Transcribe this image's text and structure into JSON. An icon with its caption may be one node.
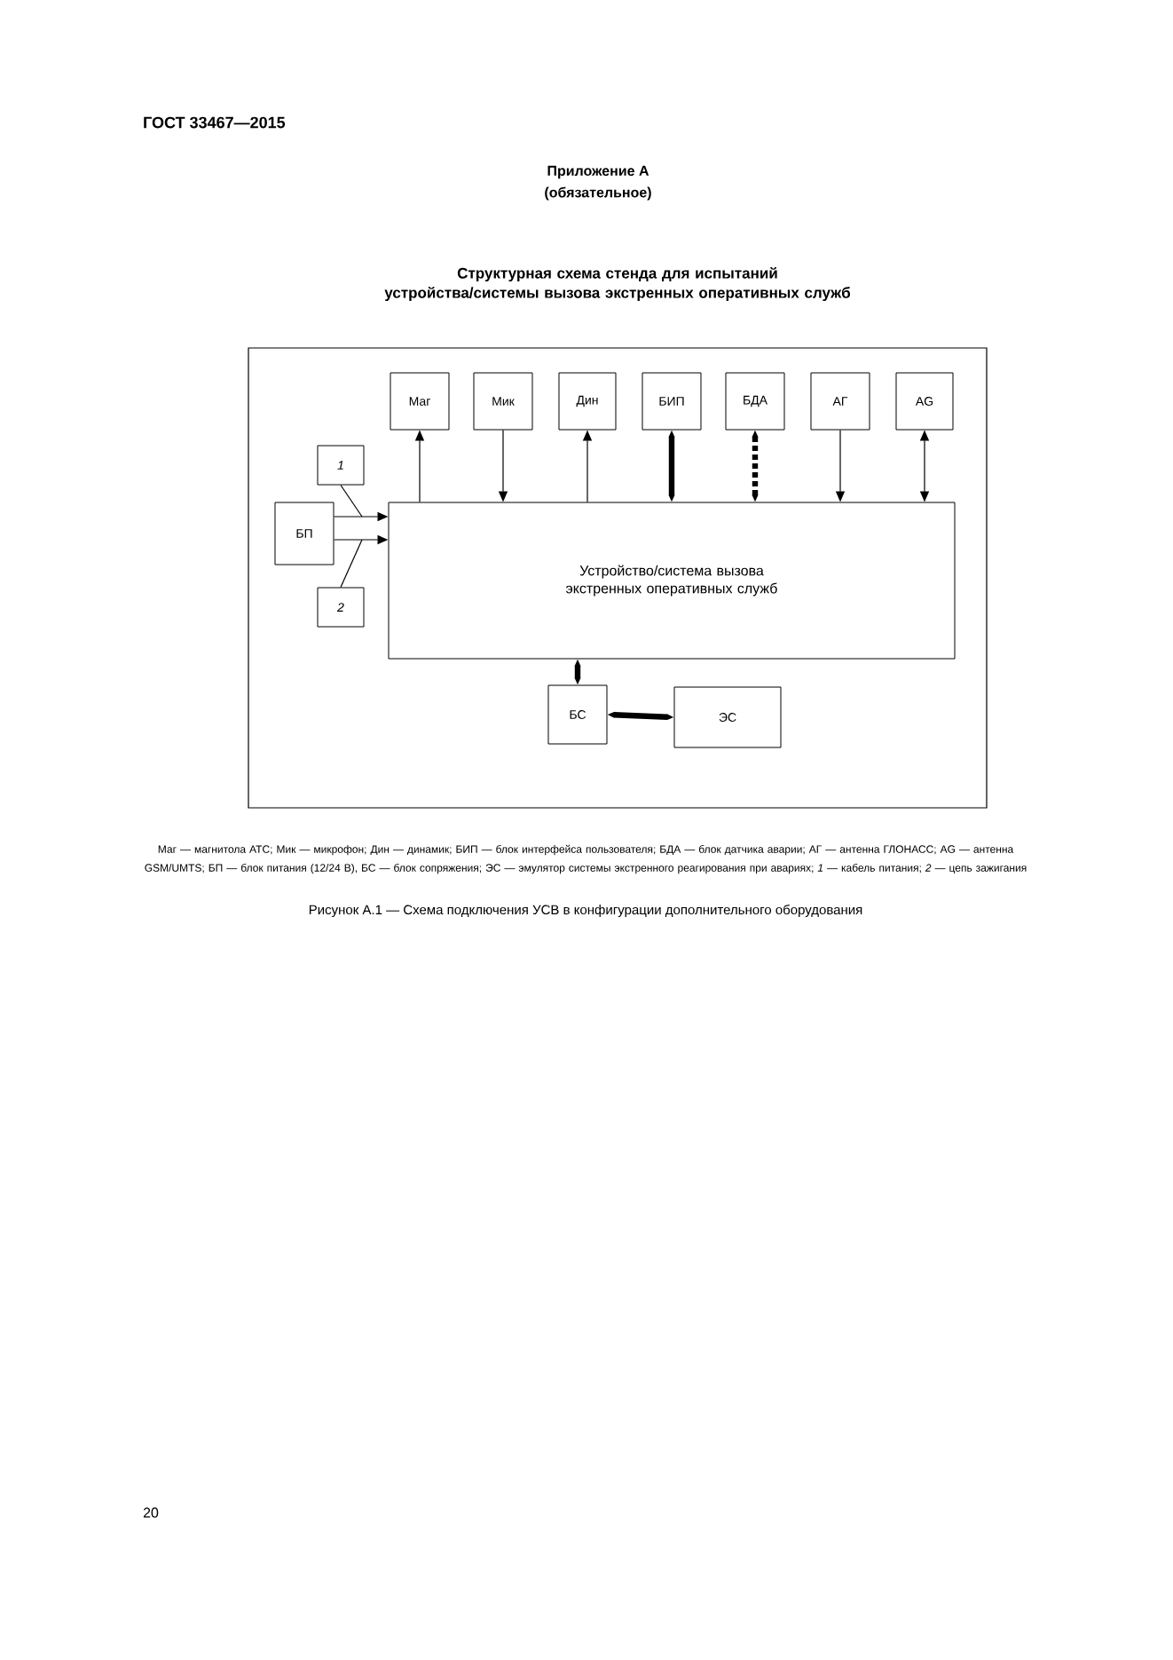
{
  "diagram": {
    "title": "Структурная схема стенда для испытаний устройства/системы вызова экстренных оперативных служб",
    "caption": "Рисунок А.1 — Схема подключения УСВ в конфигурации дополнительного оборудования",
    "nodes": [
      {
        "text": [
          "Маг"
        ]
      },
      {
        "text": [
          "Мик"
        ]
      },
      {
        "text": [
          "Дин"
        ]
      },
      {
        "text": [
          "БИП"
        ]
      },
      {
        "text": [
          "БДА"
        ]
      },
      {
        "text": [
          "АГ"
        ]
      },
      {
        "text": [
          "AG"
        ]
      },
      {
        "text": [
          "*1*"
        ]
      },
      {
        "text": [
          "БП"
        ]
      },
      {
        "text": [
          "Устройство/система вызова экстренных оперативных служб"
        ]
      },
      {
        "text": [
          "*2*"
        ]
      },
      {
        "text": [
          "БС"
        ]
      },
      {
        "text": [
          "ЭС"
        ]
      }
    ],
    "edges": [
      {
        "from": 9,
        "to": 0,
        "arrow": "to"
      },
      {
        "from": 1,
        "to": 9,
        "arrow": "to"
      },
      {
        "from": 9,
        "to": 2,
        "arrow": "to"
      },
      {
        "from": 9,
        "to": 3,
        "arrow": "both",
        "style": "thick"
      },
      {
        "from": 9,
        "to": 4,
        "arrow": "both",
        "style": "dashed"
      },
      {
        "from": 5,
        "to": 9,
        "arrow": "to"
      },
      {
        "from": 9,
        "to": 6,
        "arrow": "both"
      },
      {
        "from": 8,
        "to": 9,
        "arrow": "to"
      },
      {
        "from": 8,
        "to": 9,
        "arrow": "to"
      },
      {
        "from": 7,
        "to": null,
        "arrow": "none"
      },
      {
        "from": 10,
        "to": null,
        "arrow": "none"
      },
      {
        "from": 9,
        "to": 11,
        "arrow": "both",
        "style": "thick"
      },
      {
        "from": 11,
        "to": 12,
        "arrow": "both",
        "style": "thick"
      }
    ],
    "labels": [
      "ГОСТ 33467—2015",
      "Приложение А",
      "(обязательное)",
      "Маг — магнитола АТС; Мик — микрофон; Дин — динамик; БИП — блок интерфейса пользователя; БДА — блок датчика аварии; АГ — антенна ГЛОНАСС; AG — антенна GSM/UMTS; БП — блок питания (12/24 В), БС — блок сопряжения; ЭС — эмулятор системы экстренного реагирования при авариях; *1* — кабель питания; *2* — цепь зажигания",
      "20"
    ]
  }
}
